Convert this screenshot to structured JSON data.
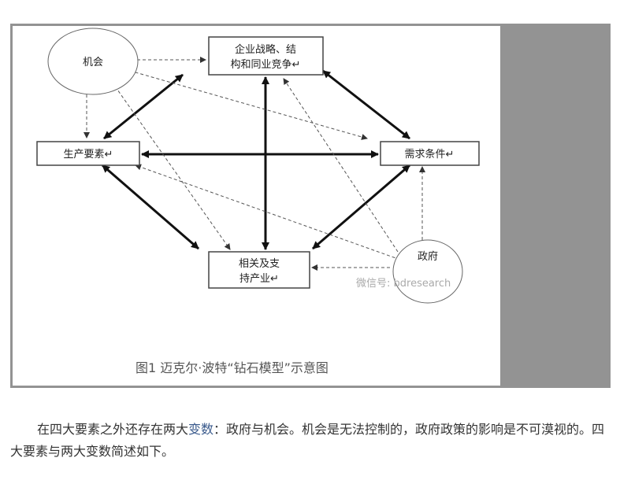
{
  "diagram": {
    "nodes": {
      "chance": "机会",
      "strategy_line1": "企业战略、结",
      "strategy_line2": "构和同业竞争↵",
      "factor": "生产要素↵",
      "demand": "需求条件↵",
      "related_line1": "相关及支",
      "related_line2": "持产业↵",
      "government": "政府"
    },
    "watermark": "微信号: bdresearch",
    "caption": "图1  迈克尔·波特“钻石模型”示意图"
  },
  "paragraph": {
    "part1": "在四大要素之外还存在两大",
    "link": "变数",
    "part2": "：政府与机会。机会是无法控制的，政府政策的影响是不可漠视的。四大要素与两大变数简述如下。"
  }
}
